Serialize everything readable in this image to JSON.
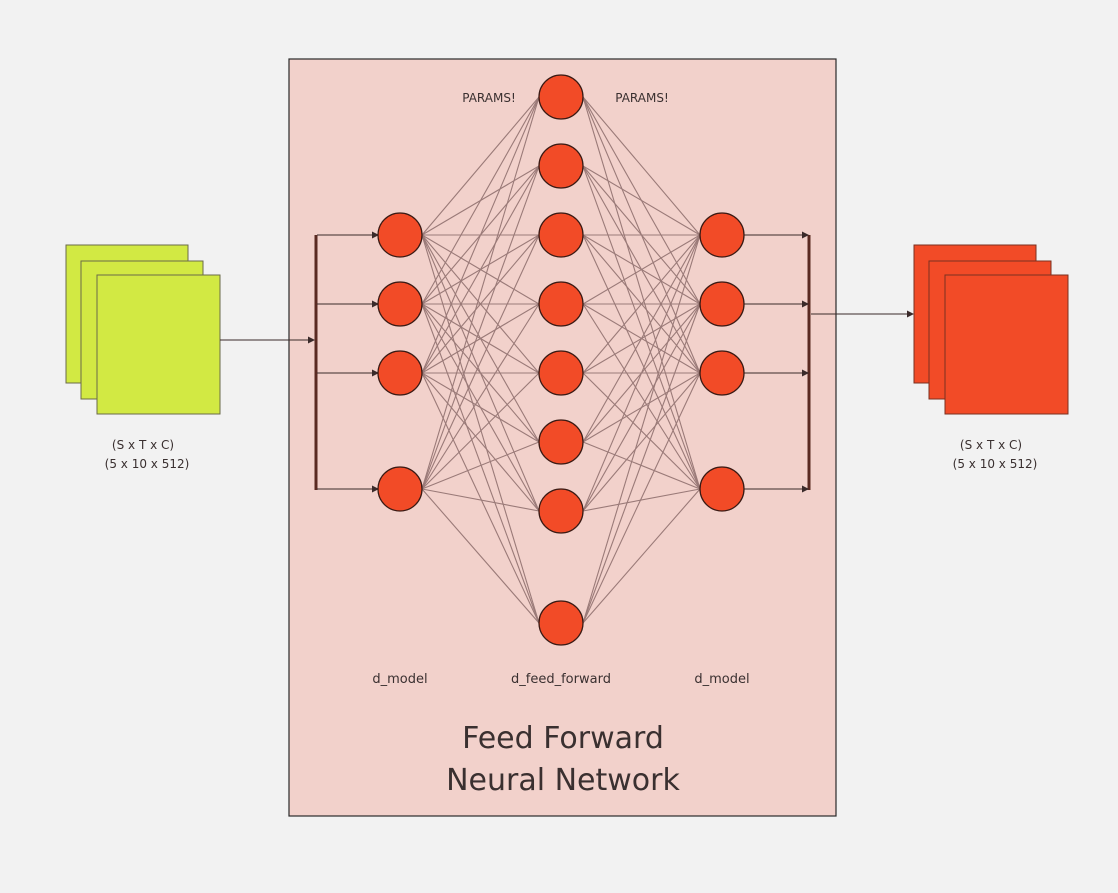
{
  "input_block": {
    "shape_label": "(S x T x C)",
    "dims_label": "(5 x 10 x 512)",
    "color": "#d2e943"
  },
  "output_block": {
    "shape_label": "(S x T x C)",
    "dims_label": "(5 x 10 x 512)",
    "color": "#f24b27"
  },
  "network_panel": {
    "background": "#f2d1cb",
    "title_line1": "Feed Forward",
    "title_line2": "Neural Network",
    "params_left": "PARAMS!",
    "params_right": "PARAMS!",
    "node_color": "#f24b27",
    "layers": [
      {
        "label": "d_model",
        "node_count": 4
      },
      {
        "label": "d_feed_forward",
        "node_count": 8
      },
      {
        "label": "d_model",
        "node_count": 4
      }
    ]
  }
}
